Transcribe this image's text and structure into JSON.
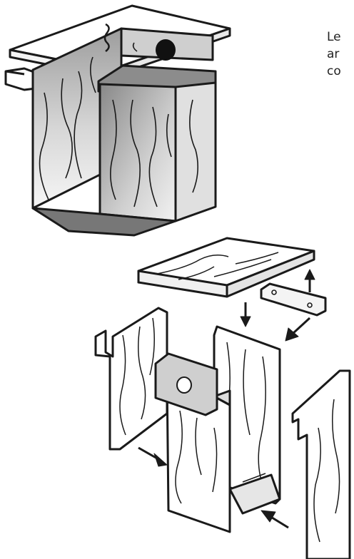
{
  "caption": {
    "line1": "Le",
    "line2": "ar",
    "line3": "co"
  },
  "colors": {
    "ink": "#1a1a1a",
    "wood_light": "#f4f4f4",
    "wood_shade": "#a9a9a9",
    "paper": "#ffffff",
    "hole": "#111111"
  },
  "figures": {
    "assembled": {
      "icon": "assembled-birdhouse-icon"
    },
    "exploded": {
      "icon": "exploded-birdhouse-icon",
      "parts": [
        "roof-panel",
        "mounting-cleat",
        "left-side-panel",
        "right-side-panel",
        "back-panel",
        "front-panel-with-entrance-hole",
        "floor-panel",
        "perch-block"
      ]
    }
  }
}
